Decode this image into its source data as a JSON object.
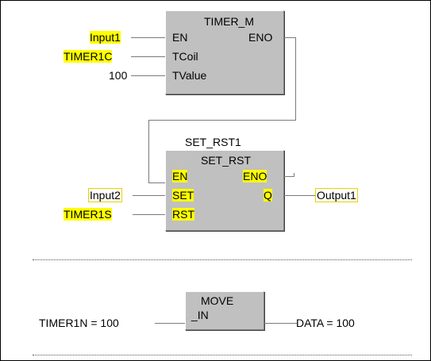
{
  "timer_block": {
    "title": "TIMER_M",
    "pins_in": [
      "EN",
      "TCoil",
      "TValue"
    ],
    "pin_out": "ENO",
    "inputs": [
      "Input1",
      "TIMER1C",
      "100"
    ]
  },
  "setrst_block": {
    "instance": "SET_RST1",
    "title": "SET_RST",
    "pins_in": [
      "EN",
      "SET",
      "RST"
    ],
    "pins_out": [
      "ENO",
      "Q"
    ],
    "inputs": [
      "Input2",
      "TIMER1S"
    ],
    "output": "Output1"
  },
  "move_block": {
    "title_line1": "MOVE",
    "title_line2": "_IN",
    "input": "TIMER1N = 100",
    "output": "DATA = 100"
  },
  "colors": {
    "highlight": "#ffff00",
    "block": "#c0c0c0",
    "wire": "#7a7a7a"
  }
}
